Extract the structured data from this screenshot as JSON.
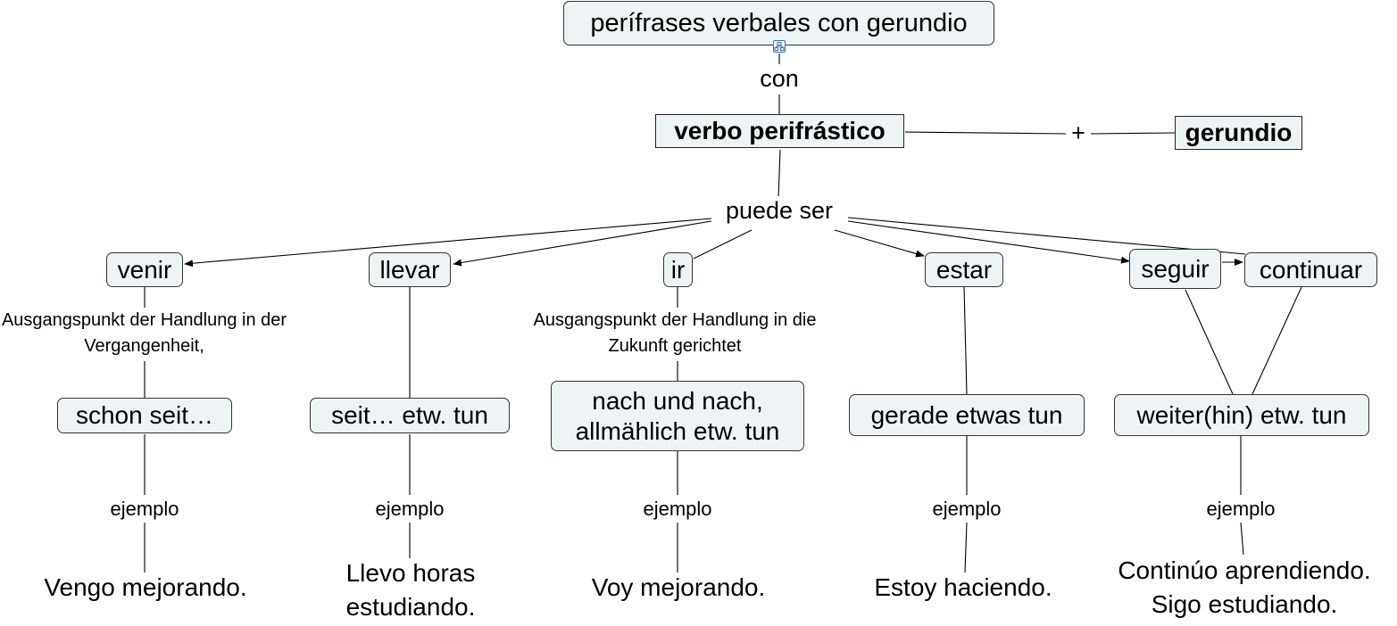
{
  "title": "perífrases verbales con gerundio",
  "links": {
    "con": "con",
    "plus": "+",
    "puede_ser": "puede ser",
    "desc_venir": "Ausgangspunkt der Handlung in der Vergangenheit,",
    "desc_ir": "Ausgangspunkt der Handlung in die Zukunft gerichtet",
    "ejemplo": "ejemplo"
  },
  "nodes": {
    "verbo": "verbo perifrástico",
    "gerundio": "gerundio",
    "venir": "venir",
    "llevar": "llevar",
    "ir": "ir",
    "estar": "estar",
    "seguir": "seguir",
    "continuar": "continuar",
    "schon": "schon seit…",
    "seit": "seit… etw. tun",
    "nach": "nach und nach, allmählich etw. tun",
    "gerade": "gerade etwas tun",
    "weiter": "weiter(hin) etw. tun"
  },
  "examples": {
    "venir": "Vengo mejorando.",
    "llevar": "Llevo horas estudiando.",
    "ir": "Voy mejorando.",
    "estar": "Estoy haciendo.",
    "seguir": "Continúo aprendiendo. Sigo estudiando."
  },
  "colors": {
    "node_fill": "#eef4f6",
    "line": "#000000",
    "border": "#333333"
  },
  "icons": {
    "expand": "submap-icon"
  }
}
